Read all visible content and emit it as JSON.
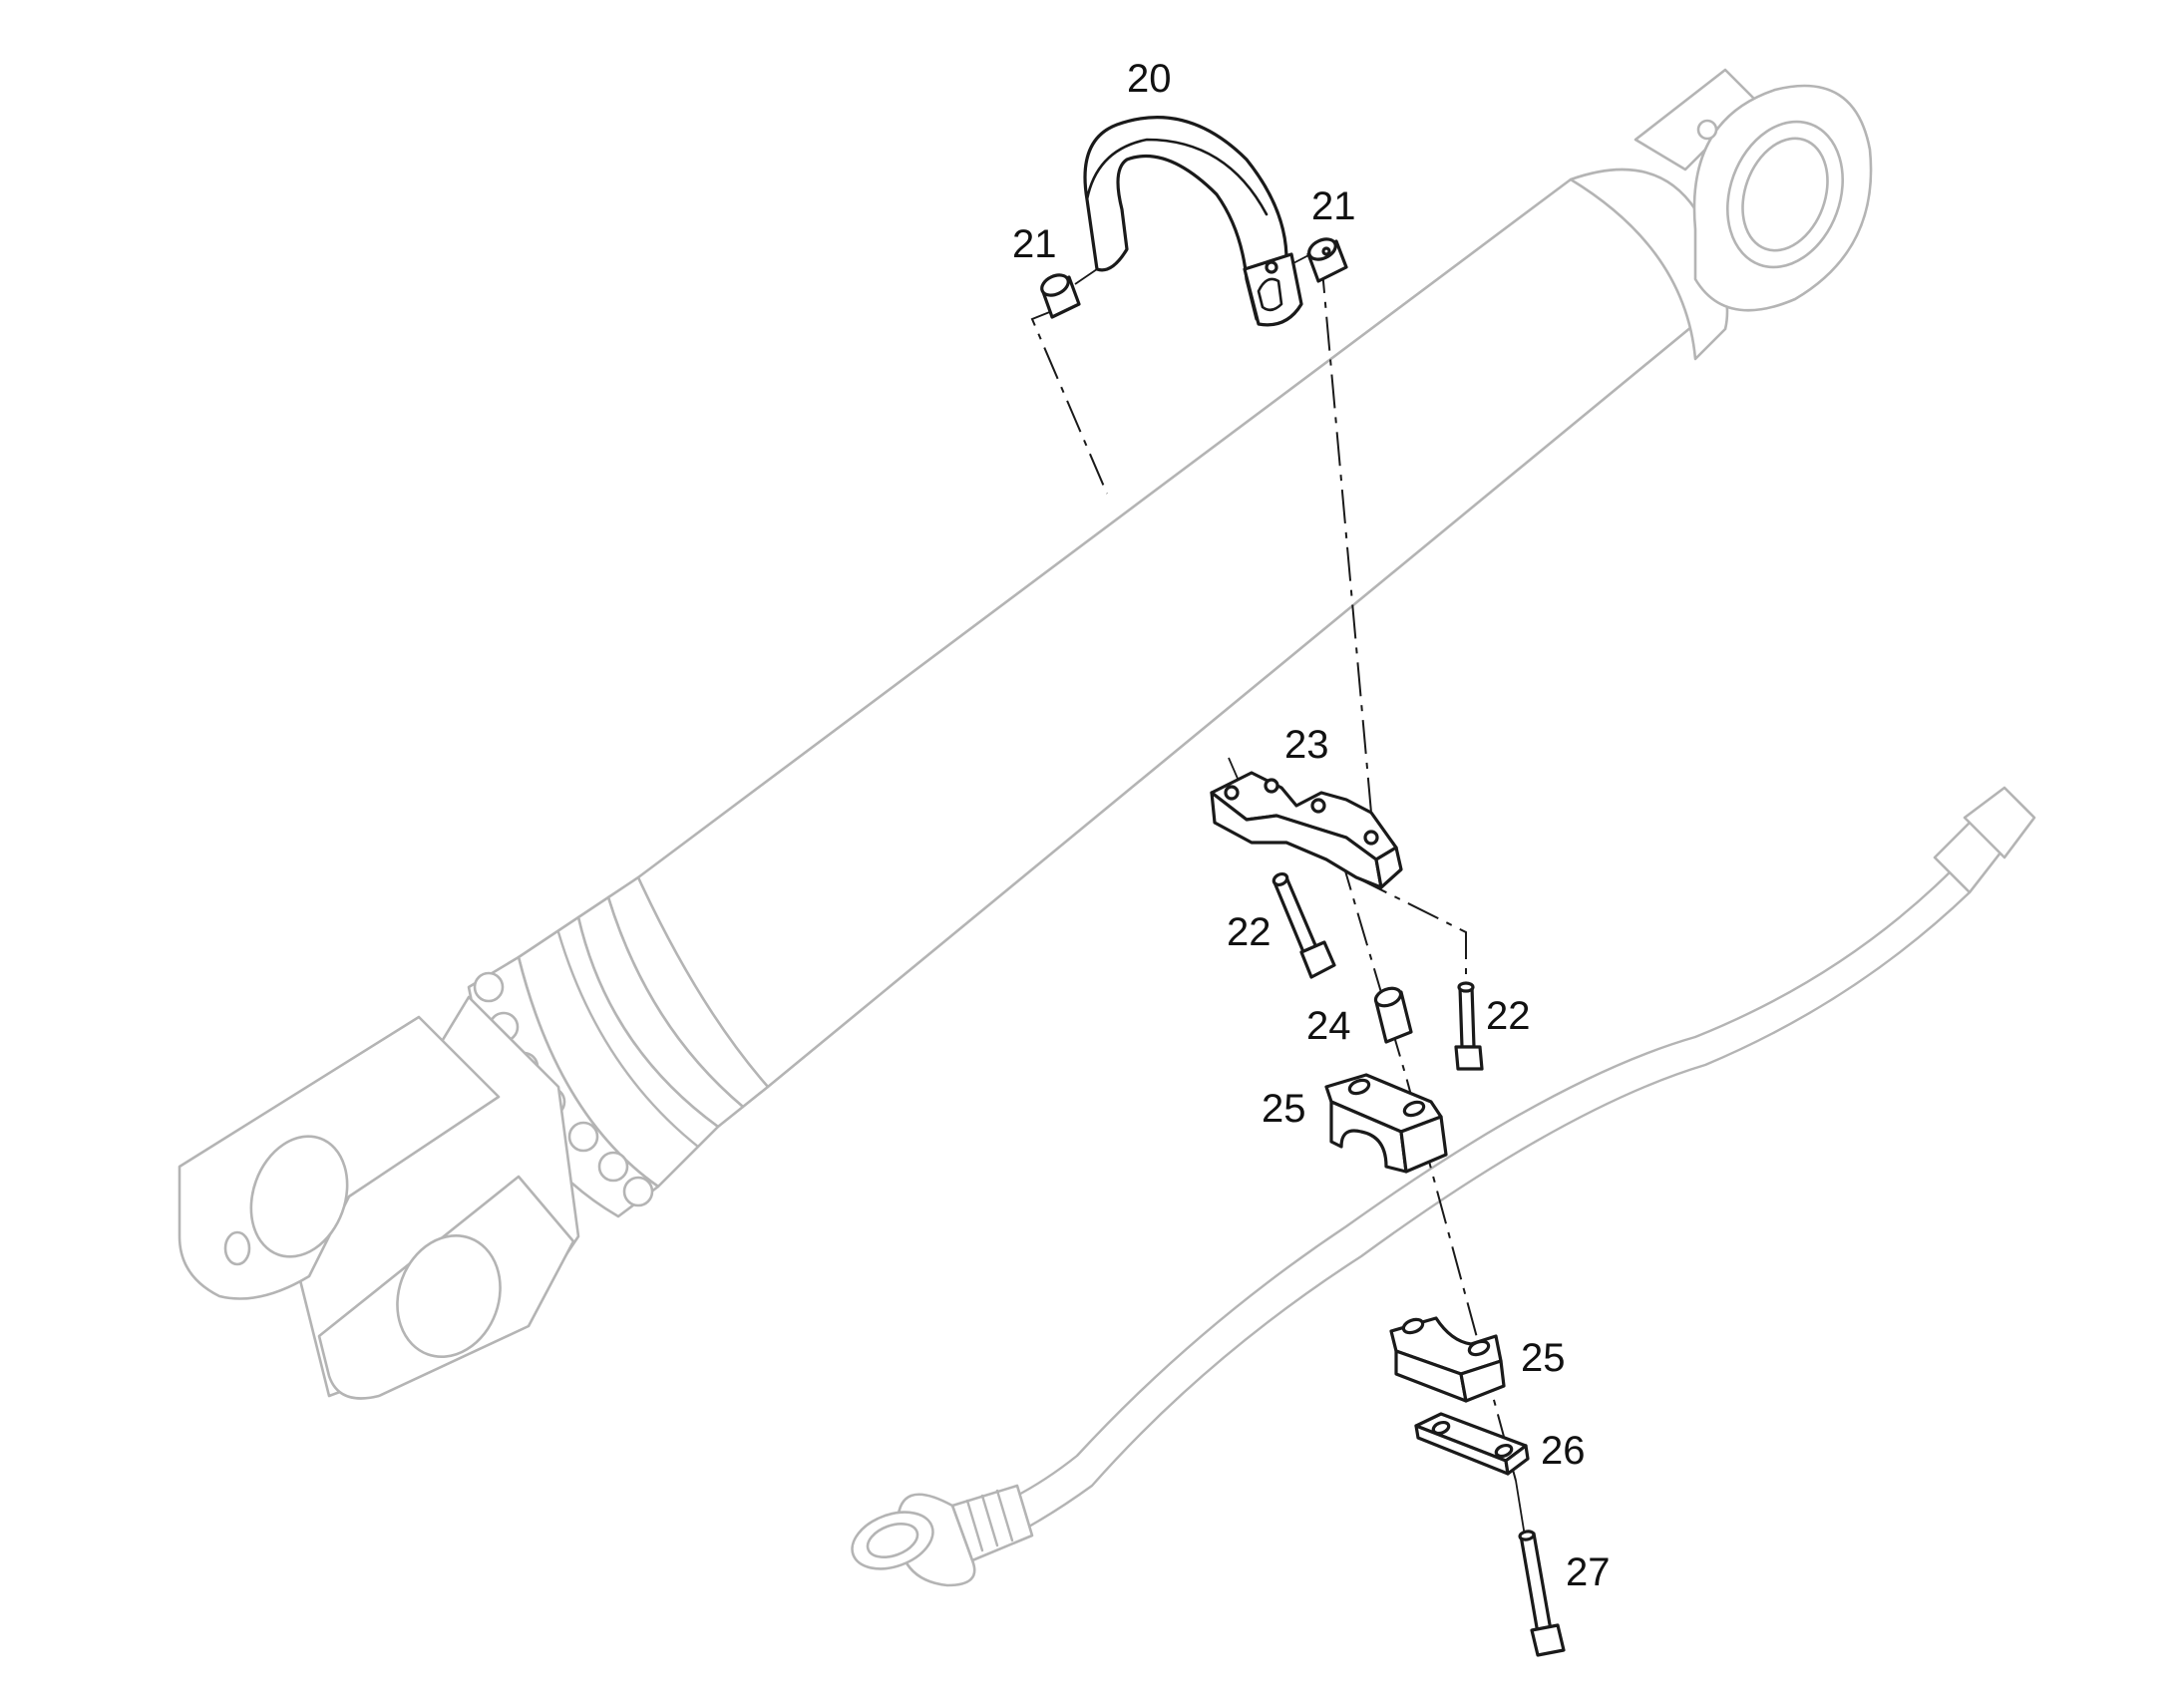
{
  "callouts": [
    {
      "id": "c20",
      "text": "20"
    },
    {
      "id": "c21a",
      "text": "21"
    },
    {
      "id": "c21b",
      "text": "21"
    },
    {
      "id": "c23",
      "text": "23"
    },
    {
      "id": "c22a",
      "text": "22"
    },
    {
      "id": "c22b",
      "text": "22"
    },
    {
      "id": "c24",
      "text": "24"
    },
    {
      "id": "c25a",
      "text": "25"
    },
    {
      "id": "c25b",
      "text": "25"
    },
    {
      "id": "c26",
      "text": "26"
    },
    {
      "id": "c27",
      "text": "27"
    }
  ],
  "colors": {
    "outline": "#1a1a1a",
    "ghost_outline": "#b4b4b4",
    "background": "#ffffff"
  }
}
